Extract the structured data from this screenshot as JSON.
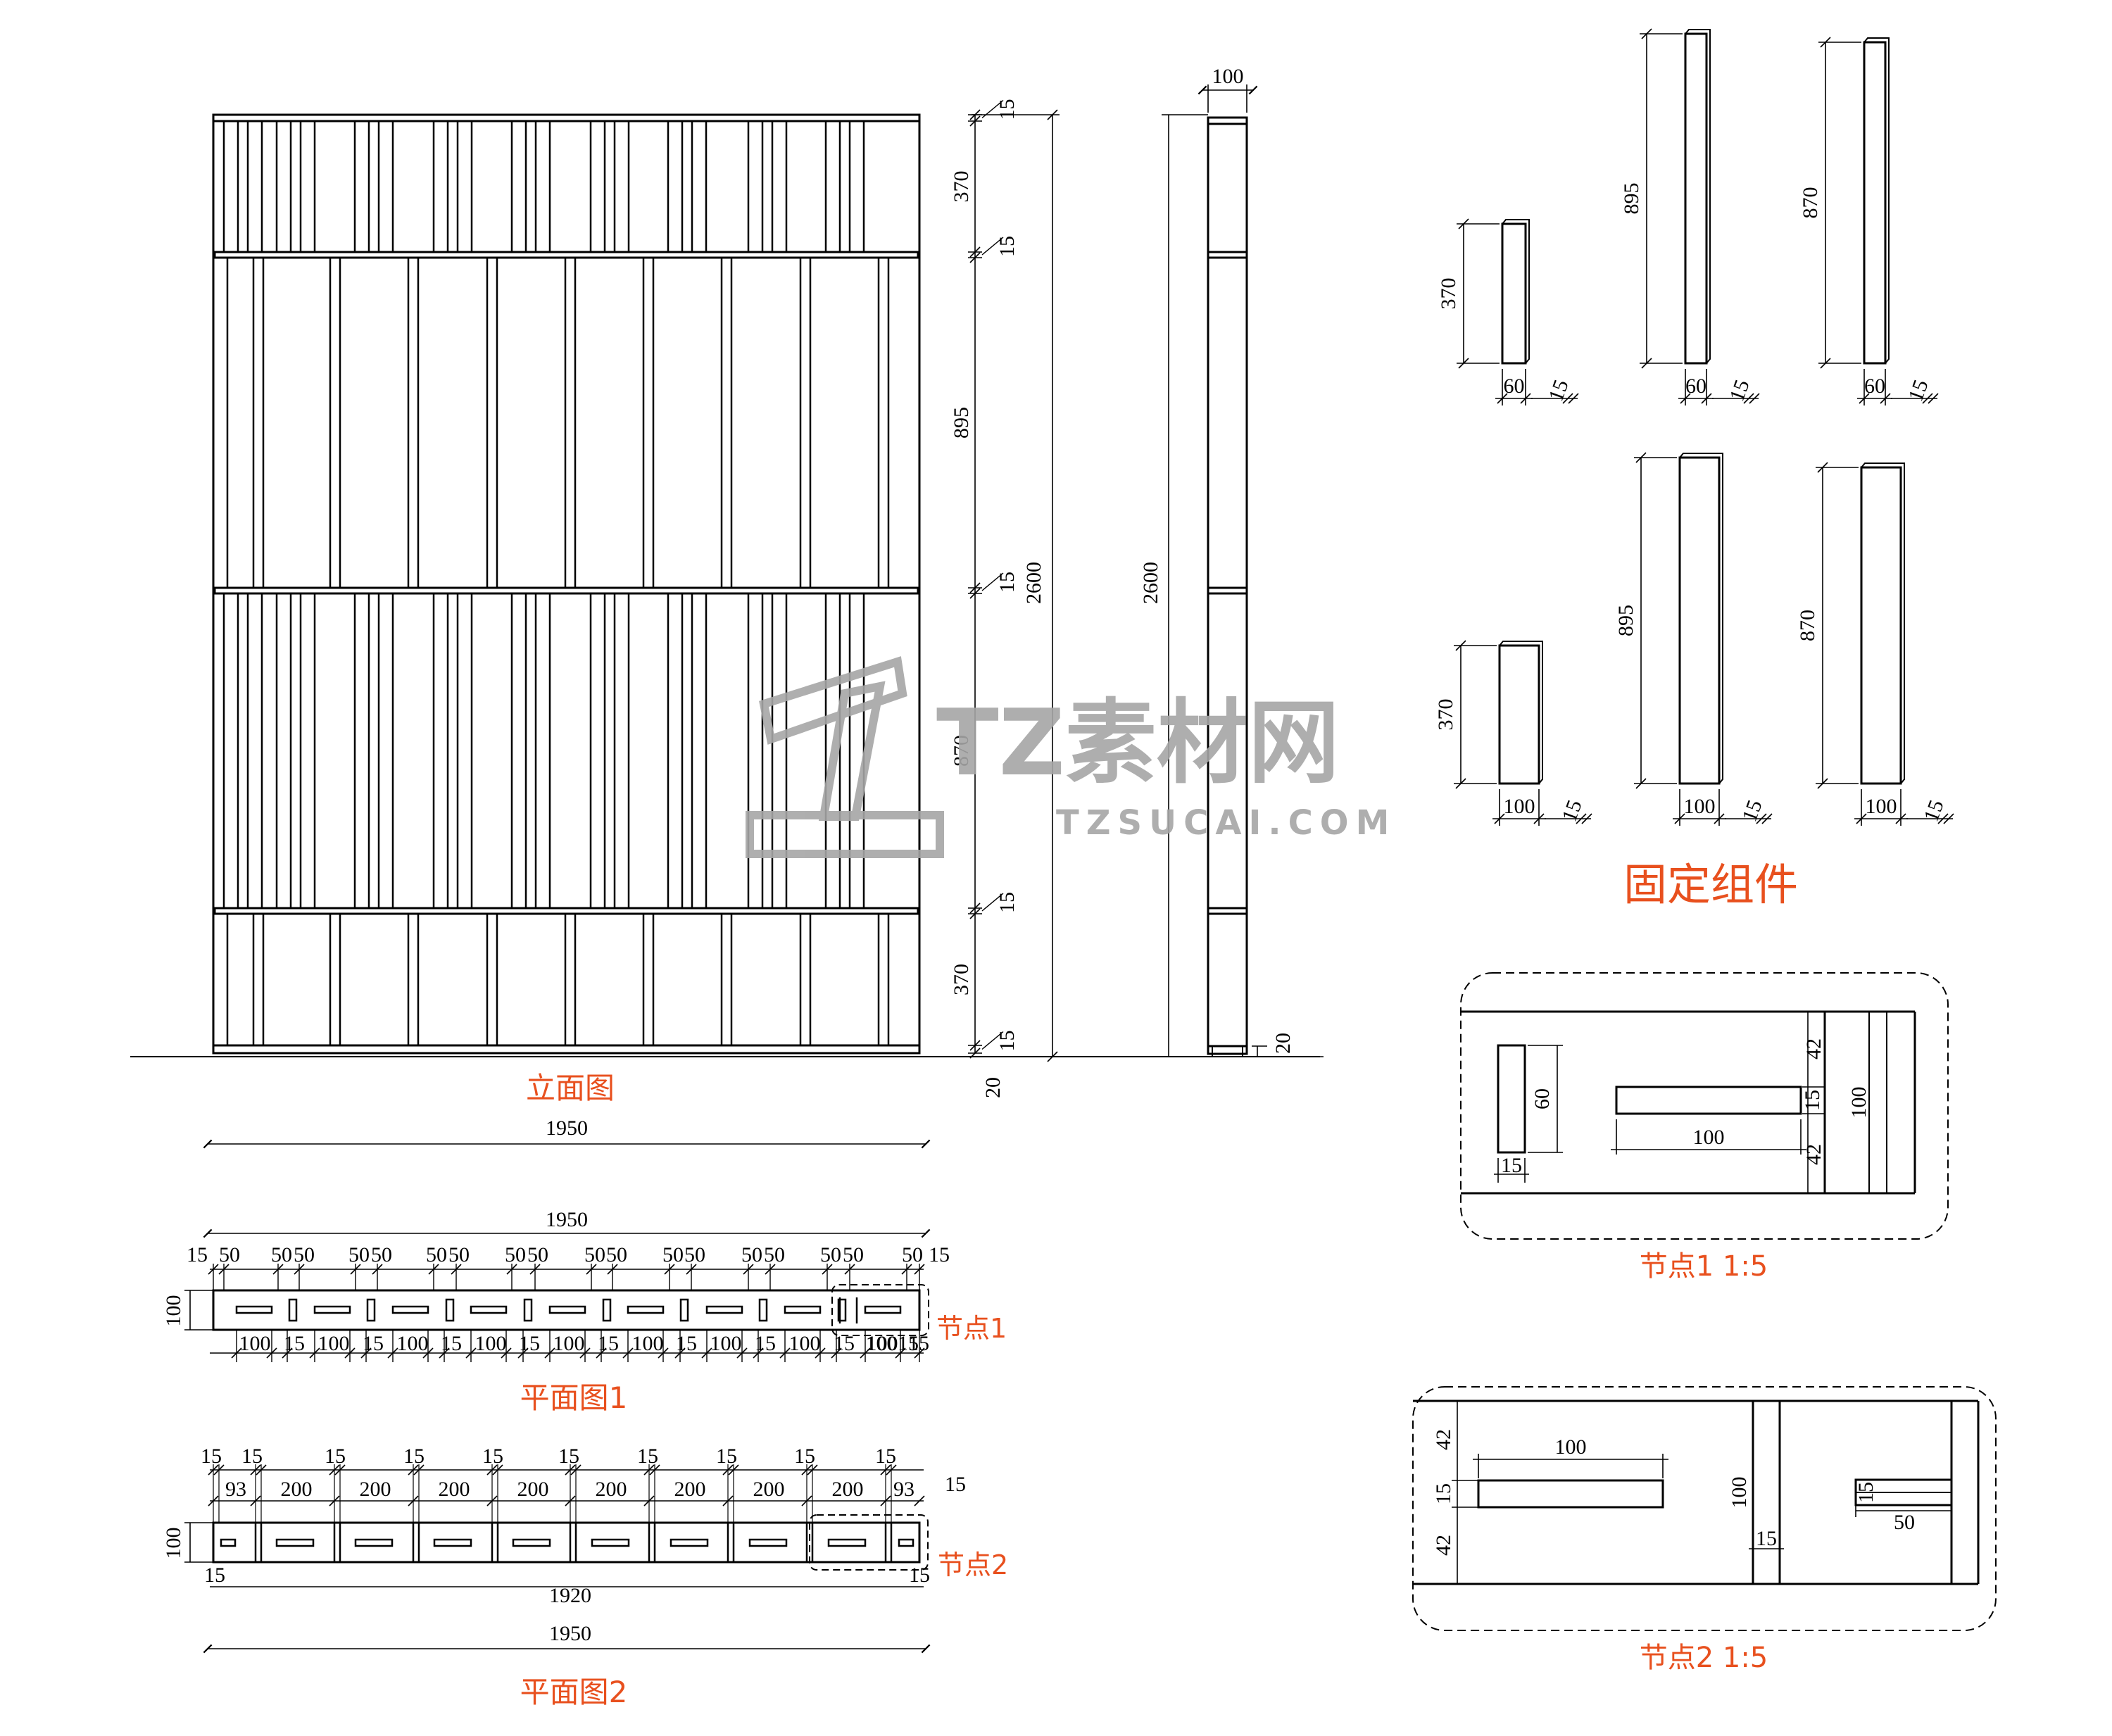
{
  "titles": {
    "elevation": "立面图",
    "plan1": "平面图1",
    "plan2": "平面图2",
    "components": "固定组件",
    "node1_detail": "节点1 1:5",
    "node2_detail": "节点2 1:5",
    "node1_tag": "节点1",
    "node2_tag": "节点2"
  },
  "watermark": {
    "logo": "TZ素材网",
    "url": "TZSUCAI.COM"
  },
  "elevation": {
    "total_width": "1950",
    "right_dims": [
      "15",
      "370",
      "15",
      "895",
      "15",
      "870",
      "15",
      "370",
      "15"
    ],
    "total_height": "2600",
    "bottom_gap": "20"
  },
  "side_view": {
    "width": "100",
    "height": "2600",
    "bottom_gap": "20"
  },
  "plan1": {
    "overall": "1950",
    "depth": "100",
    "top_labels": [
      "15",
      "50",
      "50",
      "50",
      "50",
      "50",
      "50",
      "50",
      "50",
      "50",
      "50",
      "50",
      "50",
      "50",
      "50",
      "50",
      "50",
      "50",
      "50",
      "15"
    ],
    "bottom_labels": [
      "100",
      "15",
      "100",
      "15",
      "100",
      "15",
      "100",
      "15",
      "100",
      "15",
      "100",
      "15",
      "100",
      "15",
      "100",
      "15",
      "100",
      "15",
      "100",
      "15"
    ]
  },
  "plan2": {
    "depth": "100",
    "joint_labels": [
      "15",
      "15",
      "15",
      "15",
      "15",
      "15",
      "15",
      "15",
      "15",
      "15"
    ],
    "segment_labels": [
      "93",
      "200",
      "200",
      "200",
      "200",
      "200",
      "200",
      "200",
      "200",
      "93"
    ],
    "right_end": "15",
    "inner": "1920",
    "overall": "1950",
    "edge_left": "15",
    "edge_right": "15"
  },
  "components": [
    {
      "height": "370",
      "width": "60",
      "depth": "15"
    },
    {
      "height": "895",
      "width": "60",
      "depth": "15"
    },
    {
      "height": "870",
      "width": "60",
      "depth": "15"
    },
    {
      "height": "370",
      "width": "100",
      "depth": "15"
    },
    {
      "height": "895",
      "width": "100",
      "depth": "15"
    },
    {
      "height": "870",
      "width": "100",
      "depth": "15"
    }
  ],
  "node1": {
    "slat_h": "60",
    "slat_w": "15",
    "rail_w": "100",
    "rail_t": "15",
    "gap_top": "42",
    "gap_bottom": "42",
    "depth": "100"
  },
  "node2": {
    "rail_w": "100",
    "gap_top": "42",
    "rail_t": "15",
    "gap_bottom": "42",
    "depth": "100",
    "post_w": "15",
    "tab_t": "15",
    "tab_w": "50"
  }
}
